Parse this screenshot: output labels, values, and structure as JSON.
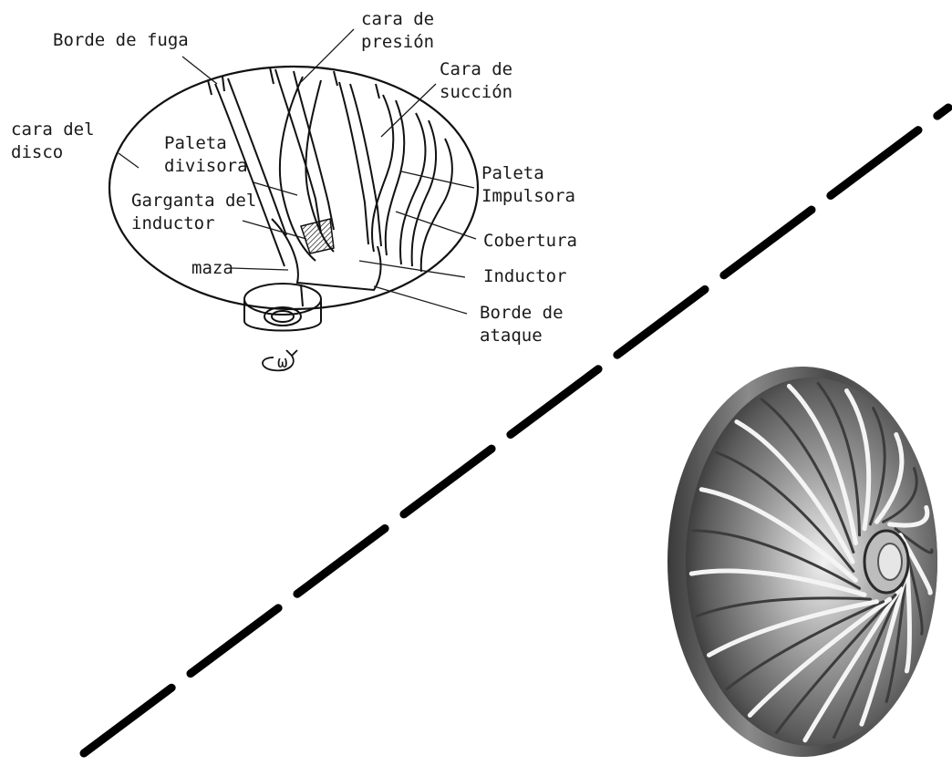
{
  "diagram": {
    "labels": {
      "borde_de_fuga": "Borde de fuga",
      "cara_de_presion": [
        "cara de",
        "presión"
      ],
      "cara_de_succion": [
        "Cara de",
        "succión"
      ],
      "cara_del_disco": [
        "cara del",
        "disco"
      ],
      "paleta_divisora": [
        "Paleta",
        "divisora"
      ],
      "garganta_del_inductor": [
        "Garganta del",
        "inductor"
      ],
      "paleta_impulsora": [
        "Paleta",
        "Impulsora"
      ],
      "cobertura": "Cobertura",
      "maza": "maza",
      "inductor": "Inductor",
      "borde_de_ataque": [
        "Borde de",
        "ataque"
      ],
      "omega": "ω"
    }
  },
  "colors": {
    "ink": "#111111",
    "label": "#1a1a1a",
    "dashed_line": "#000000",
    "metal_dark": "#3a3a3a",
    "metal_light": "#e8e8e8",
    "background": "#ffffff"
  },
  "photo": {
    "subject": "impeller-photo",
    "icon": "impeller-icon"
  }
}
